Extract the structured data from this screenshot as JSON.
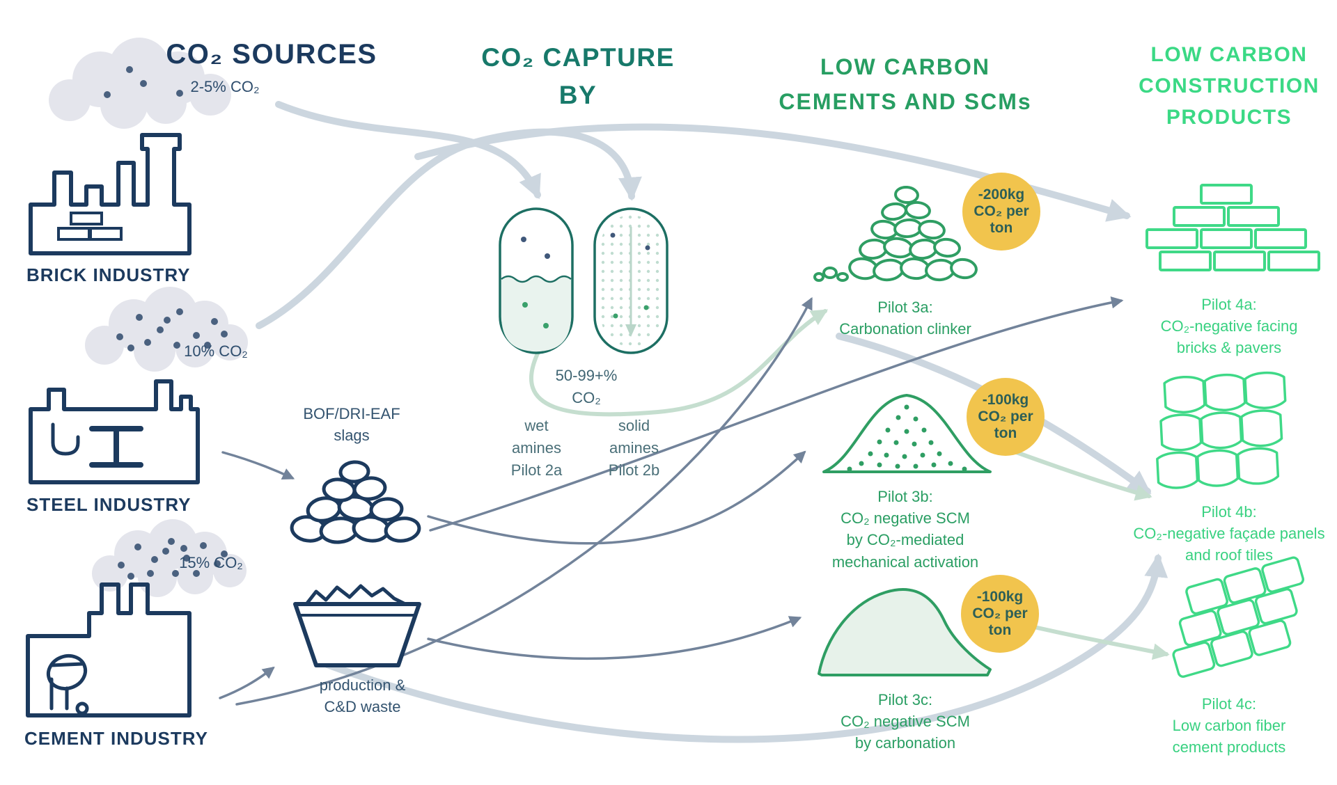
{
  "colors": {
    "navy": "#1c3a5e",
    "teal": "#17796a",
    "green": "#279e62",
    "bright_green": "#3bd985",
    "badge_yellow": "#f1c44d",
    "arrow_gray": "#ccd6df",
    "arrow_slate": "#72839a",
    "arrow_pale_green": "#c5decf"
  },
  "sources": {
    "title": "CO₂ SOURCES",
    "brick": {
      "pct": "2-5% CO₂",
      "label": "BRICK INDUSTRY"
    },
    "steel": {
      "pct": "10% CO₂",
      "label": "STEEL INDUSTRY"
    },
    "cement": {
      "pct": "15% CO₂",
      "label": "CEMENT INDUSTRY"
    }
  },
  "capture": {
    "title1": "CO₂ CAPTURE",
    "title2": "BY",
    "purity1": "50-99+%",
    "purity2": "CO₂",
    "wet": {
      "l1": "wet",
      "l2": "amines",
      "l3": "Pilot 2a"
    },
    "solid": {
      "l1": "solid",
      "l2": "amines",
      "l3": "Pilot 2b"
    },
    "slags": {
      "l1": "BOF/DRI-EAF",
      "l2": "slags"
    },
    "waste": {
      "l1": "production &",
      "l2": "C&D waste"
    }
  },
  "cements": {
    "title1": "LOW CARBON",
    "title2": "CEMENTS AND SCMs",
    "p3a": {
      "badge1": "-200kg",
      "badge2": "CO₂ per",
      "badge3": "ton",
      "c1": "Pilot 3a:",
      "c2": "Carbonation clinker"
    },
    "p3b": {
      "badge1": "-100kg",
      "badge2": "CO₂ per",
      "badge3": "ton",
      "c1": "Pilot 3b:",
      "c2": "CO₂ negative SCM",
      "c3": "by CO₂-mediated",
      "c4": "mechanical activation"
    },
    "p3c": {
      "badge1": "-100kg",
      "badge2": "CO₂ per",
      "badge3": "ton",
      "c1": "Pilot 3c:",
      "c2": "CO₂ negative SCM",
      "c3": "by carbonation"
    }
  },
  "products": {
    "title1": "LOW CARBON",
    "title2": "CONSTRUCTION",
    "title3": "PRODUCTS",
    "p4a": {
      "c1": "Pilot 4a:",
      "c2": "CO₂-negative facing",
      "c3": "bricks & pavers"
    },
    "p4b": {
      "c1": "Pilot 4b:",
      "c2": "CO₂-negative façade panels",
      "c3": "and roof tiles"
    },
    "p4c": {
      "c1": "Pilot 4c:",
      "c2": "Low carbon fiber",
      "c3": "cement products"
    }
  }
}
